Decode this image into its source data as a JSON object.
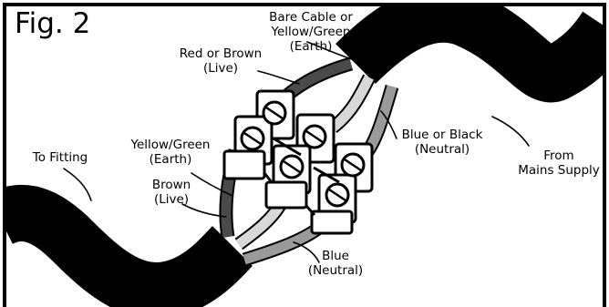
{
  "figure": {
    "title": "Fig. 2"
  },
  "labels": {
    "bare_cable_line1": "Bare Cable or",
    "bare_cable_line2": "Yellow/Green",
    "bare_cable_line3": "(Earth)",
    "red_brown_line1": "Red or Brown",
    "red_brown_line2": "(Live)",
    "blue_black_line1": "Blue or Black",
    "blue_black_line2": "(Neutral)",
    "from_mains_line1": "From",
    "from_mains_line2": "Mains Supply",
    "to_fitting": "To Fitting",
    "yellow_green_line1": "Yellow/Green",
    "yellow_green_line2": "(Earth)",
    "brown_line1": "Brown",
    "brown_line2": "(Live)",
    "blue_line1": "Blue",
    "blue_line2": "(Neutral)"
  },
  "colors": {
    "cable_sheath": "#000000",
    "live_wire": "#4a4a4a",
    "earth_wire": "#d8d8d8",
    "neutral_wire": "#9a9a9a",
    "terminal_block": "#ffffff"
  }
}
